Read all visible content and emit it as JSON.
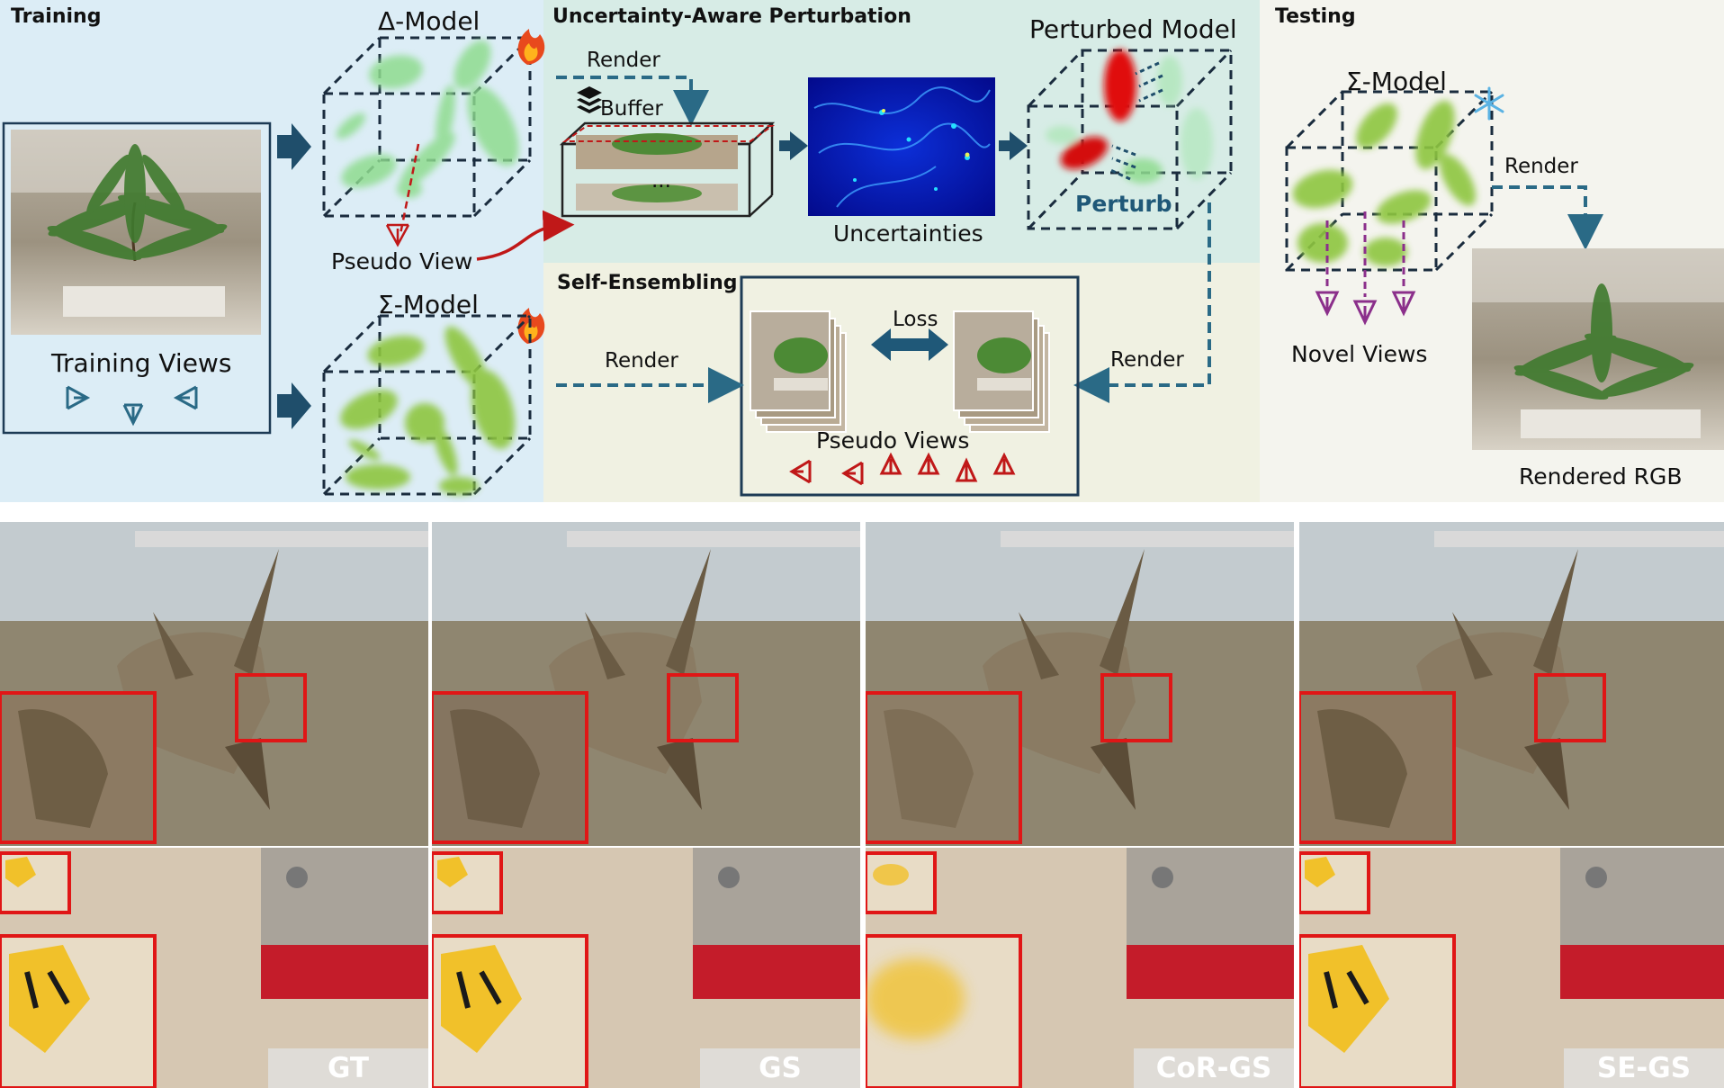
{
  "sections": {
    "training": "Training",
    "perturbation": "Uncertainty-Aware Perturbation",
    "self_ensembling": "Self-Ensembling",
    "testing": "Testing"
  },
  "labels": {
    "delta_model": "Δ-Model",
    "sigma_model": "Σ-Model",
    "sigma_model_test": "Σ-Model",
    "training_views": "Training Views",
    "pseudo_view": "Pseudo View",
    "render_buffer": "Render",
    "buffer": "Buffer",
    "uncertainties": "Uncertainties",
    "perturbed_model": "Perturbed Model",
    "perturb": "Perturb",
    "render_self_ens": "Render",
    "render_perturbed": "Render",
    "loss": "Loss",
    "pseudo_views": "Pseudo Views",
    "render_test": "Render",
    "novel_views": "Novel Views",
    "rendered_rgb": "Rendered RGB",
    "ellipsis": "..."
  },
  "comparison": {
    "methods": [
      "GT",
      "GS",
      "CoR-GS",
      "SE-GS"
    ]
  },
  "colors": {
    "training_bg": "#dcedf6",
    "perturb_bg": "#d7ece6",
    "self_ens_bg": "#f0f1e2",
    "testing_bg": "#f4f4ee",
    "arrow_dark": "#1f4e6b",
    "arrow_teal": "#2a6a86",
    "red": "#d41e1e",
    "purple": "#8b2f8b",
    "delta_green": "#8fdc8f",
    "sigma_green": "#8ec63f",
    "frame_red": "#e01616"
  }
}
